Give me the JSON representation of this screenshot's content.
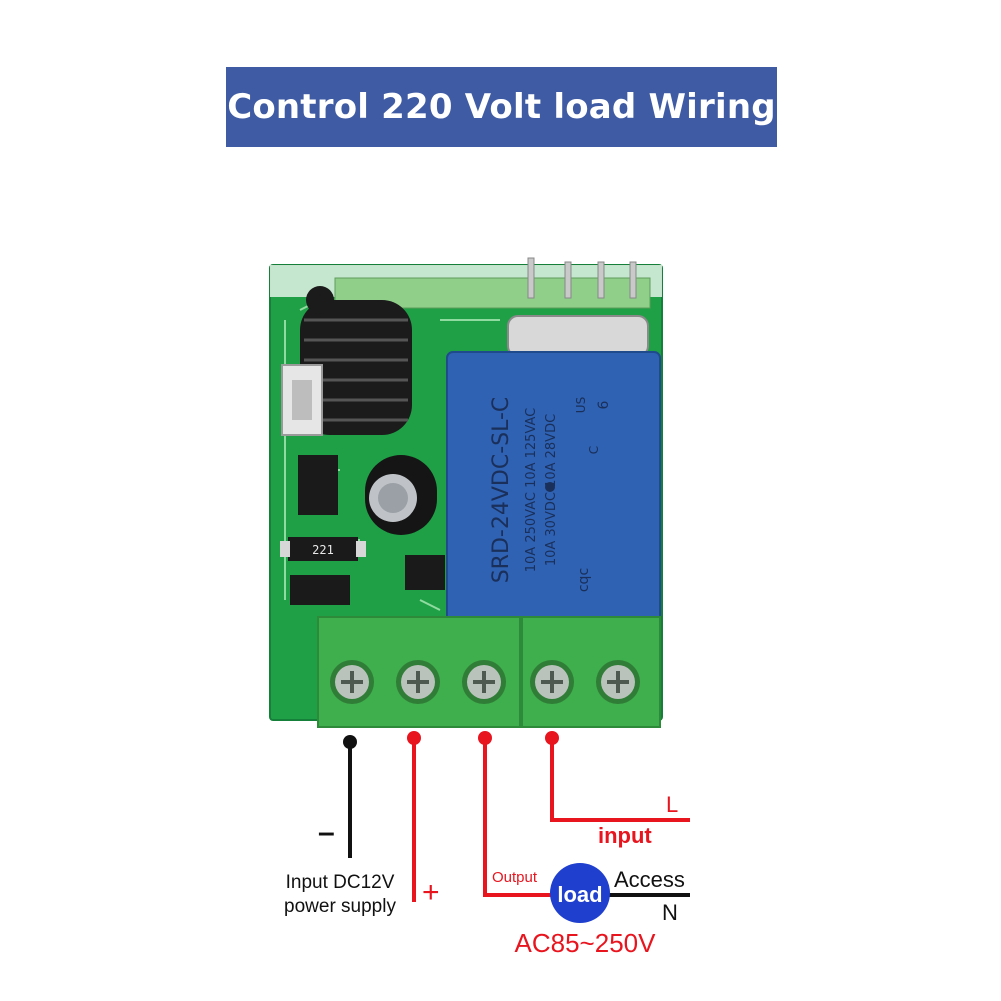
{
  "title": "Control 220 Volt load Wiring",
  "colors": {
    "title_bg": "#3f5ba3",
    "title_text": "#ffffff",
    "pcb": "#1fa046",
    "relay": "#2f62b3",
    "terminal_block": "#3fae4c",
    "wire_red": "#e8151f",
    "wire_black": "#111111",
    "load_circle": "#1f3fcf",
    "text_red": "#e8151f"
  },
  "relay_label": {
    "model": "SRD-24VDC-SL-C",
    "rating_1": "10A 250VAC  10A 125VAC",
    "rating_2": "10A 30VDC  10A 28VDC",
    "cqc_mark": "cqc",
    "pin_mark": "6",
    "cert_c": "C",
    "cert_us": "US"
  },
  "resistor_code": "221",
  "labels": {
    "negative": "–",
    "positive": "+",
    "power_supply_line1": "Input DC12V",
    "power_supply_line2": "power supply",
    "output": "Output",
    "load": "load",
    "access": "Access",
    "neutral": "N",
    "live": "L",
    "input": "input",
    "voltage_range": "AC85~250V"
  }
}
